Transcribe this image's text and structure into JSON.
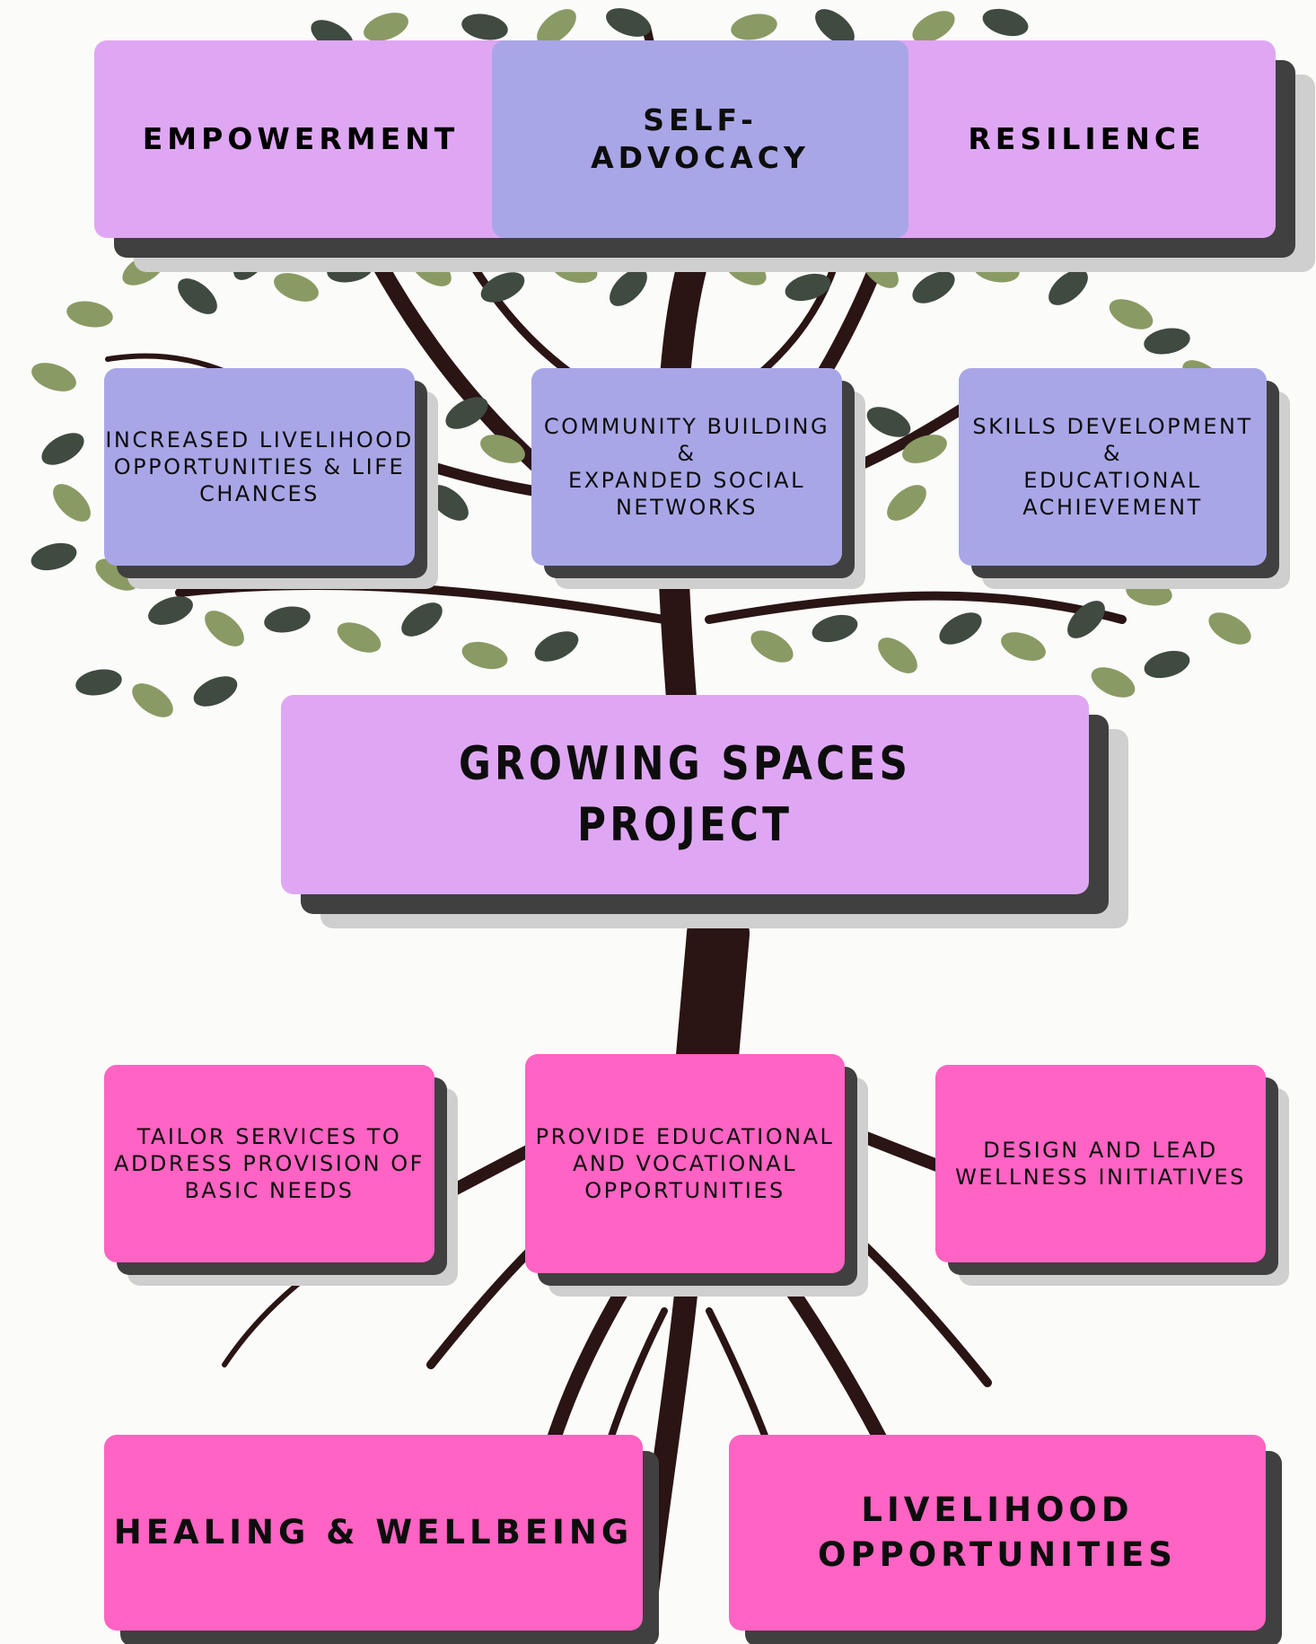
{
  "colors": {
    "background": "#fbfbf9",
    "lavender": "#dfa7f3",
    "periwinkle": "#a9a6e7",
    "pink": "#ff63c3",
    "trunk": "#2a1414",
    "leaf_light": "#8a9a64",
    "leaf_dark": "#3f4a41",
    "shadow_dark": "#404040",
    "shadow_light": "#cfcfcf"
  },
  "canopy": {
    "outcomes": [
      "EMPOWERMENT",
      "SELF-\nADVOCACY",
      "RESILIENCE"
    ]
  },
  "branches": {
    "items": [
      "INCREASED LIVELIHOOD\nOPPORTUNITIES & LIFE\nCHANCES",
      "COMMUNITY BUILDING &\nEXPANDED SOCIAL\nNETWORKS",
      "SKILLS DEVELOPMENT &\nEDUCATIONAL\nACHIEVEMENT"
    ]
  },
  "trunk": {
    "title": "GROWING SPACES\nPROJECT"
  },
  "roots": {
    "activities": [
      "TAILOR SERVICES TO\nADDRESS PROVISION OF\nBASIC NEEDS",
      "PROVIDE EDUCATIONAL\nAND VOCATIONAL\nOPPORTUNITIES",
      "DESIGN AND LEAD\nWELLNESS INITIATIVES"
    ],
    "pillars": [
      "HEALING & WELLBEING",
      "LIVELIHOOD\nOPPORTUNITIES"
    ]
  }
}
